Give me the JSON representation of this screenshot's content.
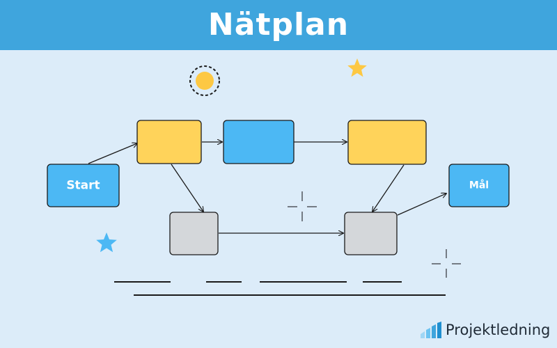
{
  "header": {
    "title": "Nätplan"
  },
  "nodes": {
    "start": {
      "label": "Start"
    },
    "goal": {
      "label": "Mål"
    }
  },
  "brand": {
    "name": "Projektledning"
  },
  "colors": {
    "header": "#3fa5dd",
    "background": "#dcecf9",
    "yellow": "#ffd35a",
    "blue": "#4cb8f4",
    "gray": "#d4d7da",
    "star_yellow": "#fdc843",
    "star_blue": "#4cb8f4"
  },
  "icons": [
    "sun-icon",
    "star-icon",
    "sparkle-icon",
    "bar-chart-logo-icon"
  ]
}
